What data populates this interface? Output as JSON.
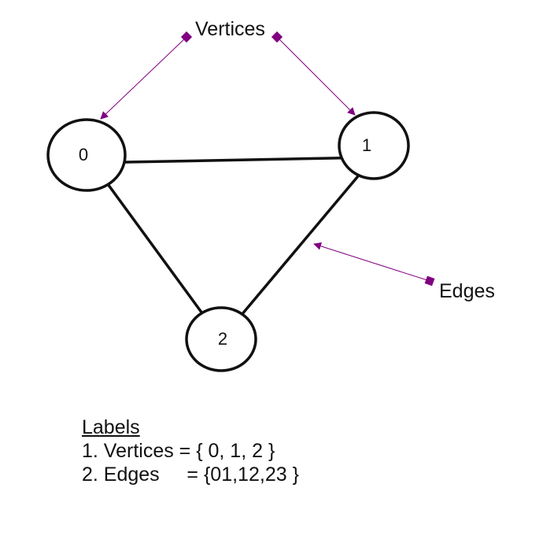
{
  "diagram": {
    "nodes": [
      {
        "id": "0",
        "label": "0"
      },
      {
        "id": "1",
        "label": "1"
      },
      {
        "id": "2",
        "label": "2"
      }
    ],
    "edges": [
      {
        "from": "0",
        "to": "1"
      },
      {
        "from": "1",
        "to": "2"
      },
      {
        "from": "0",
        "to": "2"
      }
    ],
    "callouts": {
      "vertices": "Vertices",
      "edges": "Edges"
    },
    "colors": {
      "stroke": "#111111",
      "node_fill": "#ffffff",
      "callout": "#800080"
    }
  },
  "legend": {
    "title": "Labels",
    "lines": [
      "1. Vertices = { 0, 1, 2 }",
      "2. Edges     = {01,12,23 }"
    ]
  }
}
